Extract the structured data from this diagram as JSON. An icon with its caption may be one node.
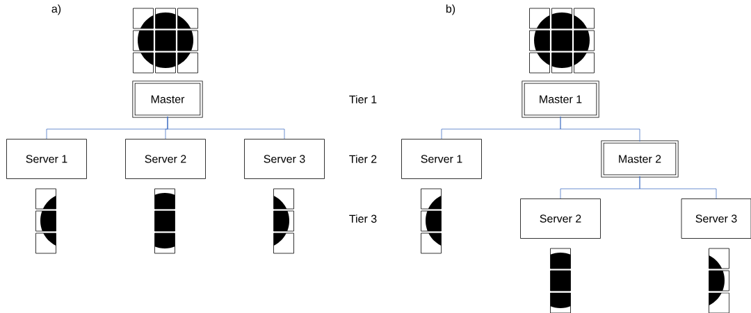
{
  "diagram": {
    "nodes": [
      {
        "text": [
          "Master"
        ]
      },
      {
        "text": [
          "Server 1"
        ]
      },
      {
        "text": [
          "Server 2"
        ]
      },
      {
        "text": [
          "Server 3"
        ]
      },
      {
        "text": [
          "Master 1"
        ]
      },
      {
        "text": [
          "Server 1"
        ]
      },
      {
        "text": [
          "Master 2"
        ]
      },
      {
        "text": [
          "Server 2"
        ]
      },
      {
        "text": [
          "Server 3"
        ]
      }
    ],
    "edges": [
      {
        "from": 0,
        "to": 1,
        "arrow": "none"
      },
      {
        "from": 0,
        "to": 2,
        "arrow": "none"
      },
      {
        "from": 0,
        "to": 3,
        "arrow": "none"
      },
      {
        "from": 4,
        "to": 5,
        "arrow": "none"
      },
      {
        "from": 4,
        "to": 6,
        "arrow": "none"
      },
      {
        "from": 6,
        "to": 7,
        "arrow": "none"
      },
      {
        "from": 6,
        "to": 8,
        "arrow": "none"
      }
    ],
    "labels": [
      "a)",
      "b)",
      "Tier 1",
      "Tier 2",
      "Tier 3"
    ]
  }
}
